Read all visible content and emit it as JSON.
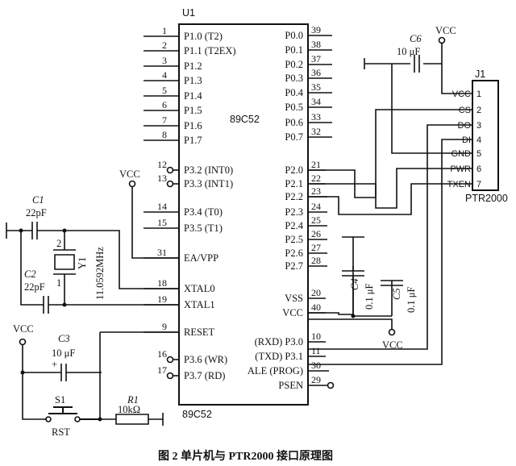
{
  "chip": {
    "ref": "U1",
    "name": "89C52",
    "bottom_name": "89C52",
    "left_pins": [
      {
        "num": "1",
        "label": "P1.0 (T2)"
      },
      {
        "num": "2",
        "label": "P1.1 (T2EX)"
      },
      {
        "num": "3",
        "label": "P1.2"
      },
      {
        "num": "4",
        "label": "P1.3"
      },
      {
        "num": "5",
        "label": "P1.4"
      },
      {
        "num": "6",
        "label": "P1.5"
      },
      {
        "num": "7",
        "label": "P1.6"
      },
      {
        "num": "8",
        "label": "P1.7"
      },
      {
        "num": "12",
        "label": "P3.2 (INT0)"
      },
      {
        "num": "13",
        "label": "P3.3 (INT1)"
      },
      {
        "num": "14",
        "label": "P3.4 (T0)"
      },
      {
        "num": "15",
        "label": "P3.5 (T1)"
      },
      {
        "num": "31",
        "label": "EA/VPP"
      },
      {
        "num": "18",
        "label": "XTAL0"
      },
      {
        "num": "19",
        "label": "XTAL1"
      },
      {
        "num": "9",
        "label": "RESET"
      },
      {
        "num": "16",
        "label": "P3.6 (WR)"
      },
      {
        "num": "17",
        "label": "P3.7 (RD)"
      }
    ],
    "right_pins": [
      {
        "num": "39",
        "label": "P0.0"
      },
      {
        "num": "38",
        "label": "P0.1"
      },
      {
        "num": "37",
        "label": "P0.2"
      },
      {
        "num": "36",
        "label": "P0.3"
      },
      {
        "num": "35",
        "label": "P0.4"
      },
      {
        "num": "34",
        "label": "P0.5"
      },
      {
        "num": "33",
        "label": "P0.6"
      },
      {
        "num": "32",
        "label": "P0.7"
      },
      {
        "num": "21",
        "label": "P2.0"
      },
      {
        "num": "22",
        "label": "P2.1"
      },
      {
        "num": "23",
        "label": "P2.2"
      },
      {
        "num": "24",
        "label": "P2.3"
      },
      {
        "num": "25",
        "label": "P2.4"
      },
      {
        "num": "26",
        "label": "P2.5"
      },
      {
        "num": "27",
        "label": "P2.6"
      },
      {
        "num": "28",
        "label": "P2.7"
      },
      {
        "num": "20",
        "label": "VSS"
      },
      {
        "num": "40",
        "label": "VCC"
      },
      {
        "num": "10",
        "label": "(RXD) P3.0"
      },
      {
        "num": "11",
        "label": "(TXD) P3.1"
      },
      {
        "num": "30",
        "label": "ALE (PROG)"
      },
      {
        "num": "29",
        "label": "PSEN"
      }
    ]
  },
  "connector": {
    "ref": "J1",
    "name": "PTR2000",
    "pins": [
      {
        "num": "1",
        "label": "VCC"
      },
      {
        "num": "2",
        "label": "CS"
      },
      {
        "num": "3",
        "label": "DO"
      },
      {
        "num": "4",
        "label": "DI"
      },
      {
        "num": "5",
        "label": "GND"
      },
      {
        "num": "6",
        "label": "PWR"
      },
      {
        "num": "7",
        "label": "TXEN"
      }
    ]
  },
  "components": {
    "c1": {
      "ref": "C1",
      "value": "22pF"
    },
    "c2": {
      "ref": "C2",
      "value": "22pF"
    },
    "c3": {
      "ref": "C3",
      "value": "10 μF",
      "polarity": "+"
    },
    "c4": {
      "ref": "C4",
      "value": "0.1 μF"
    },
    "c5": {
      "ref": "C5",
      "value": "0.1 μF"
    },
    "c6": {
      "ref": "C6",
      "value": "10 μF"
    },
    "y1": {
      "ref": "Y1",
      "value": "11.0592MHz",
      "pin1": "1",
      "pin2": "2"
    },
    "r1": {
      "ref": "R1",
      "value": "10kΩ"
    },
    "s1": {
      "ref": "S1",
      "label": "RST"
    }
  },
  "power_labels": {
    "vcc_c6": "VCC",
    "vcc_ea": "VCC",
    "vcc_reset": "VCC",
    "vcc_bottom": "VCC"
  },
  "caption": "图 2  单片机与 PTR2000 接口原理图"
}
